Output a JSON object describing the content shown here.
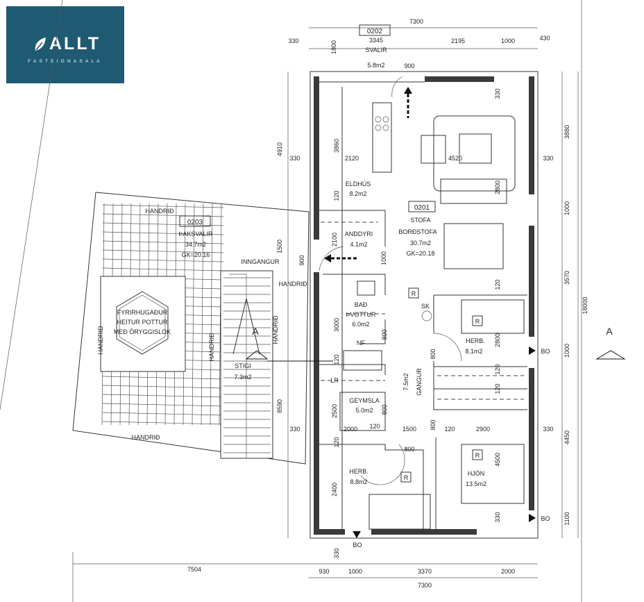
{
  "logo": {
    "name": "ALLT",
    "subtitle": "FASTEIGNASALA",
    "color": "#1f5a73"
  },
  "rooms": {
    "svalir": {
      "id": "0202",
      "name": "SVALIR",
      "area": "5.8m2",
      "dim": "3345"
    },
    "eldhus": {
      "name": "ELDHÚS",
      "area": "8.2m2"
    },
    "stofa": {
      "id": "0201",
      "name": "STOFA",
      "name2": "BORÐSTOFA",
      "area": "30.7m2",
      "gk": "GK=20.18"
    },
    "anddyri": {
      "name": "ANDDYRI",
      "area": "4.1m2"
    },
    "thaksvalir": {
      "id": "0203",
      "name": "ÞAKSVALIR",
      "area": "34.7m2",
      "gk": "GK=20.16"
    },
    "inngangur": {
      "name": "INNGANGUR"
    },
    "pottur": {
      "line1": "FYRIRHUGAÐUR",
      "line2": "HEITUR POTTUR",
      "line3": "MEÐ ÖRYGGISLOK"
    },
    "stigi": {
      "name": "STIGI",
      "area": "7.3m2"
    },
    "bad": {
      "name": "BAÐ",
      "name2": "ÞVOTTUR",
      "area": "6.0m2"
    },
    "herb1": {
      "name": "HERB.",
      "area": "8.1m2"
    },
    "gangur": {
      "name": "GANGUR",
      "area": "7.5m2"
    },
    "geymsla": {
      "name": "GEYMSLA",
      "area": "5.0m2"
    },
    "herb2": {
      "name": "HERB.",
      "area": "8.8m2"
    },
    "hjon": {
      "name": "HJÓN",
      "area": "13.5m2"
    }
  },
  "labels": {
    "handrid": "HANDRIÐ",
    "section": "A",
    "bo": "BO",
    "sk": "SK",
    "nf": "NF",
    "lr": "LR",
    "r": "R"
  },
  "dims": [
    "7300",
    "2195",
    "1000",
    "430",
    "330",
    "1800",
    "900",
    "330",
    "3880",
    "330",
    "4910",
    "2120",
    "4520",
    "330",
    "3860",
    "120",
    "2800",
    "2100",
    "1500",
    "900",
    "1000",
    "1000",
    "3570",
    "18000",
    "3000",
    "2800",
    "1000",
    "800",
    "800",
    "120",
    "2500",
    "800",
    "2000",
    "120",
    "1500",
    "800",
    "120",
    "2900",
    "330",
    "4450",
    "8590",
    "330",
    "120",
    "800",
    "2400",
    "4500",
    "330",
    "1100",
    "330",
    "7504",
    "930",
    "1000",
    "3370",
    "2000",
    "7300",
    "120",
    "120",
    "120"
  ]
}
